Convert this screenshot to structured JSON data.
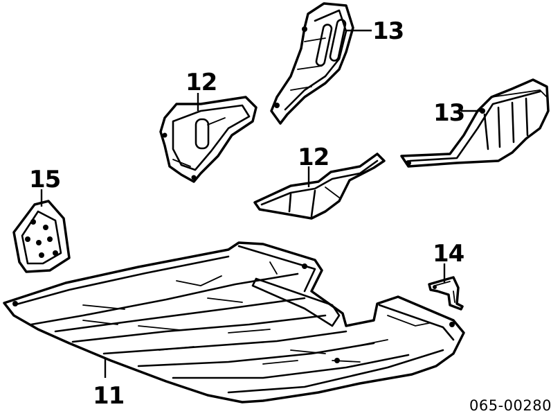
{
  "diagram": {
    "callouts": {
      "c11": "11",
      "c12a": "12",
      "c12b": "12",
      "c13a": "13",
      "c13b": "13",
      "c14": "14",
      "c15": "15"
    },
    "reference_code": "065-00280"
  }
}
